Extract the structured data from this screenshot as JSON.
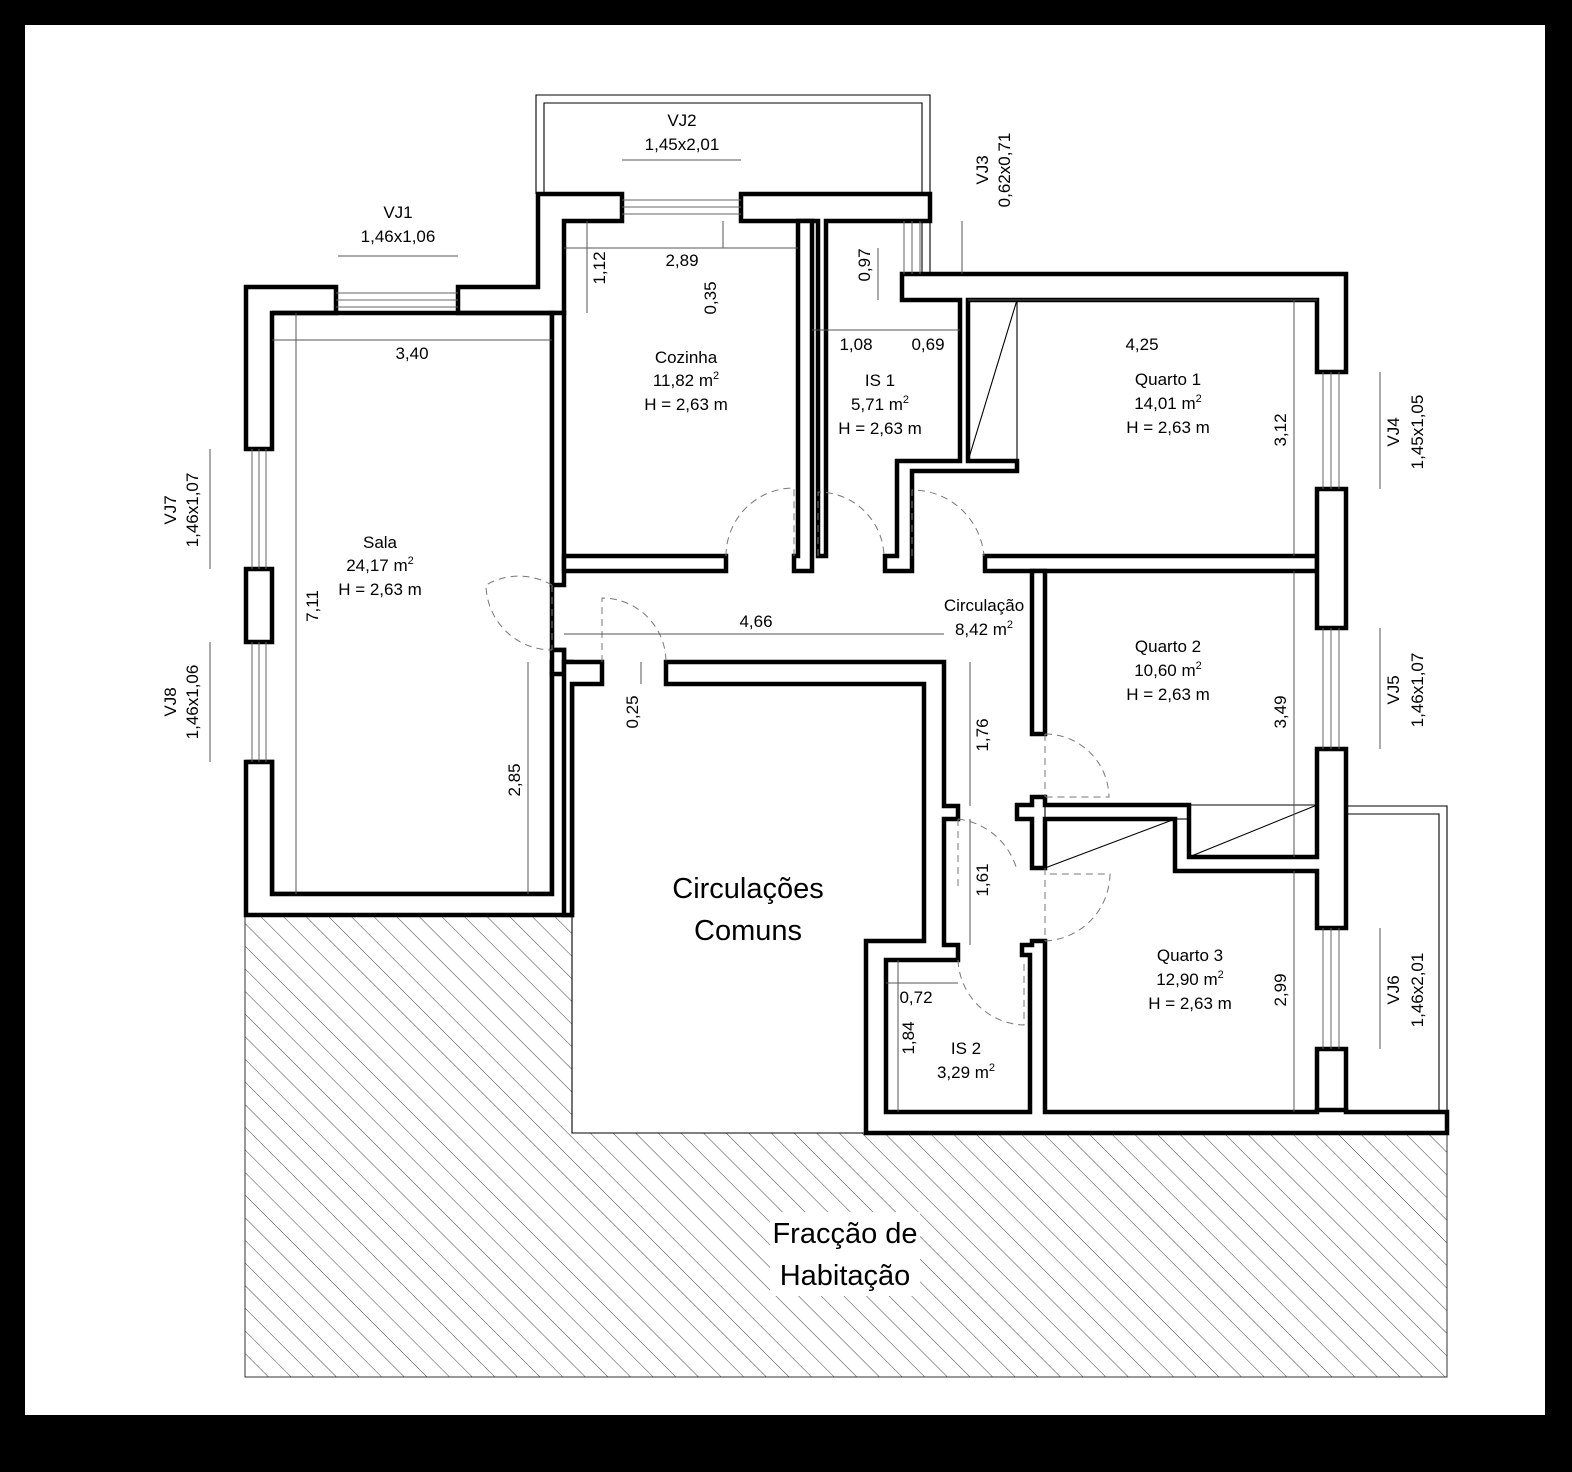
{
  "rooms": {
    "sala": {
      "name": "Sala",
      "area": "24,17 m",
      "sup": "2",
      "height": "H = 2,63 m"
    },
    "cozinha": {
      "name": "Cozinha",
      "area": "11,82 m",
      "sup": "2",
      "height": "H = 2,63 m"
    },
    "is1": {
      "name": "IS 1",
      "area": "5,71 m",
      "sup": "2",
      "height": "H = 2,63 m"
    },
    "quarto1": {
      "name": "Quarto 1",
      "area": "14,01 m",
      "sup": "2",
      "height": "H = 2,63 m"
    },
    "circulacao": {
      "name": "Circulação",
      "area": "8,42 m",
      "sup": "2"
    },
    "quarto2": {
      "name": "Quarto 2",
      "area": "10,60 m",
      "sup": "2",
      "height": "H = 2,63 m"
    },
    "quarto3": {
      "name": "Quarto 3",
      "area": "12,90 m",
      "sup": "2",
      "height": "H = 2,63 m"
    },
    "is2": {
      "name": "IS 2",
      "area": "3,29 m",
      "sup": "2"
    }
  },
  "areas": {
    "circulacoes_comuns": [
      "Circulações",
      "Comuns"
    ],
    "fraccao": [
      "Fracção de",
      "Habitação"
    ]
  },
  "windows": {
    "vj1": {
      "name": "VJ1",
      "size": "1,46x1,06"
    },
    "vj2": {
      "name": "VJ2",
      "size": "1,45x2,01"
    },
    "vj3": {
      "name": "VJ3",
      "size": "0,62x0,71"
    },
    "vj4": {
      "name": "VJ4",
      "size": "1,45x1,05"
    },
    "vj5": {
      "name": "VJ5",
      "size": "1,46x1,07"
    },
    "vj6": {
      "name": "VJ6",
      "size": "1,46x2,01"
    },
    "vj7": {
      "name": "VJ7",
      "size": "1,46x1,07"
    },
    "vj8": {
      "name": "VJ8",
      "size": "1,46x1,06"
    }
  },
  "dims": {
    "sala_width": "3,40",
    "sala_depth": "7,11",
    "sala_partial": "2,85",
    "cozinha_width": "2,89",
    "cozinha_a": "1,12",
    "cozinha_b": "0,35",
    "is1_width": "1,08",
    "is1_b": "0,69",
    "is1_c": "0,97",
    "quarto1_width": "4,25",
    "quarto1_depth": "3,12",
    "circ_length": "4,66",
    "circ_a": "0,25",
    "circ_b": "1,76",
    "circ_c": "1,61",
    "quarto2_depth": "3,49",
    "quarto3_depth": "2,99",
    "is2_a": "0,72",
    "is2_b": "1,84"
  }
}
